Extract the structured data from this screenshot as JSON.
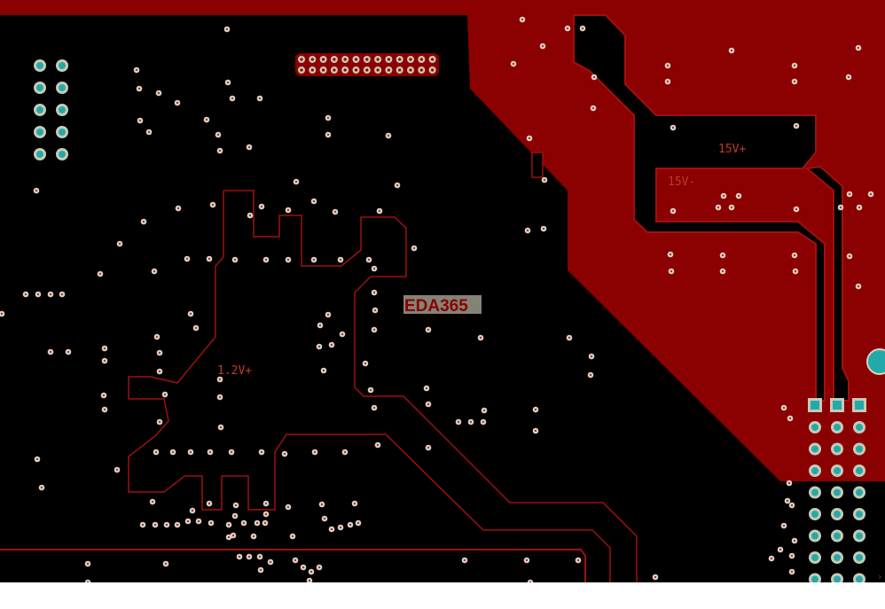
{
  "canvas": {
    "name": "pcb-layer-view",
    "background_color": "#000000",
    "copper_pour_color": "#8b0000",
    "trace_outline_color": "#a01010",
    "via_color": "#d9d2c3",
    "via_hole_color": "#b03030",
    "pad_color": "#22aaaa",
    "pad_fill_color": "#c9c9b6"
  },
  "labels": {
    "watermark": "EDA365",
    "net_15v_plus": "15V+",
    "net_15v_minus": "15V-",
    "net_1v2_plus": "1.2V+"
  },
  "ui": {
    "edge_glyph": "›"
  }
}
